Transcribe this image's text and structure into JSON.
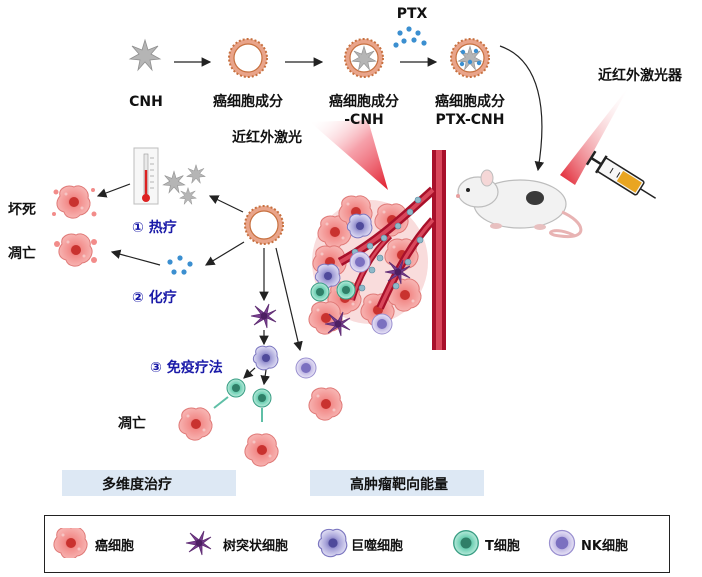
{
  "top_flow": {
    "cnh": "CNH",
    "cancer_membrane": "癌细胞成分",
    "cancer_membrane_cnh_line1": "癌细胞成分",
    "cancer_membrane_cnh_line2": "-CNH",
    "ptx": "PTX",
    "cancer_membrane_ptx_cnh_line1": "癌细胞成分",
    "cancer_membrane_ptx_cnh_line2": "PTX-CNH"
  },
  "laser": {
    "device_label": "近红外激光器",
    "beam_label": "近红外激光"
  },
  "therapies": {
    "necrosis": "坏死",
    "apoptosis": "凋亡",
    "photothermal": "① 热疗",
    "chemo": "② 化疗",
    "immuno": "③ 免疫疗法",
    "immuno_apoptosis": "凋亡"
  },
  "banners": {
    "multi": "多维度治疗",
    "targeting": "高肿瘤靶向能量"
  },
  "legend": {
    "items": [
      {
        "label": "癌细胞"
      },
      {
        "label": "树突状细胞"
      },
      {
        "label": "巨噬细胞"
      },
      {
        "label": "T细胞"
      },
      {
        "label": "NK细胞"
      }
    ]
  },
  "colors": {
    "cancer": "#f08a8a",
    "dendritic": "#7a3f91",
    "macrophage": "#a5a2d6",
    "tcell": "#5fbfa6",
    "nk": "#b9b0de",
    "laser": "#e01b2a",
    "vessel": "#a8102a",
    "ptx_drug": "#3b8fd0",
    "check": "#c94a5c"
  }
}
